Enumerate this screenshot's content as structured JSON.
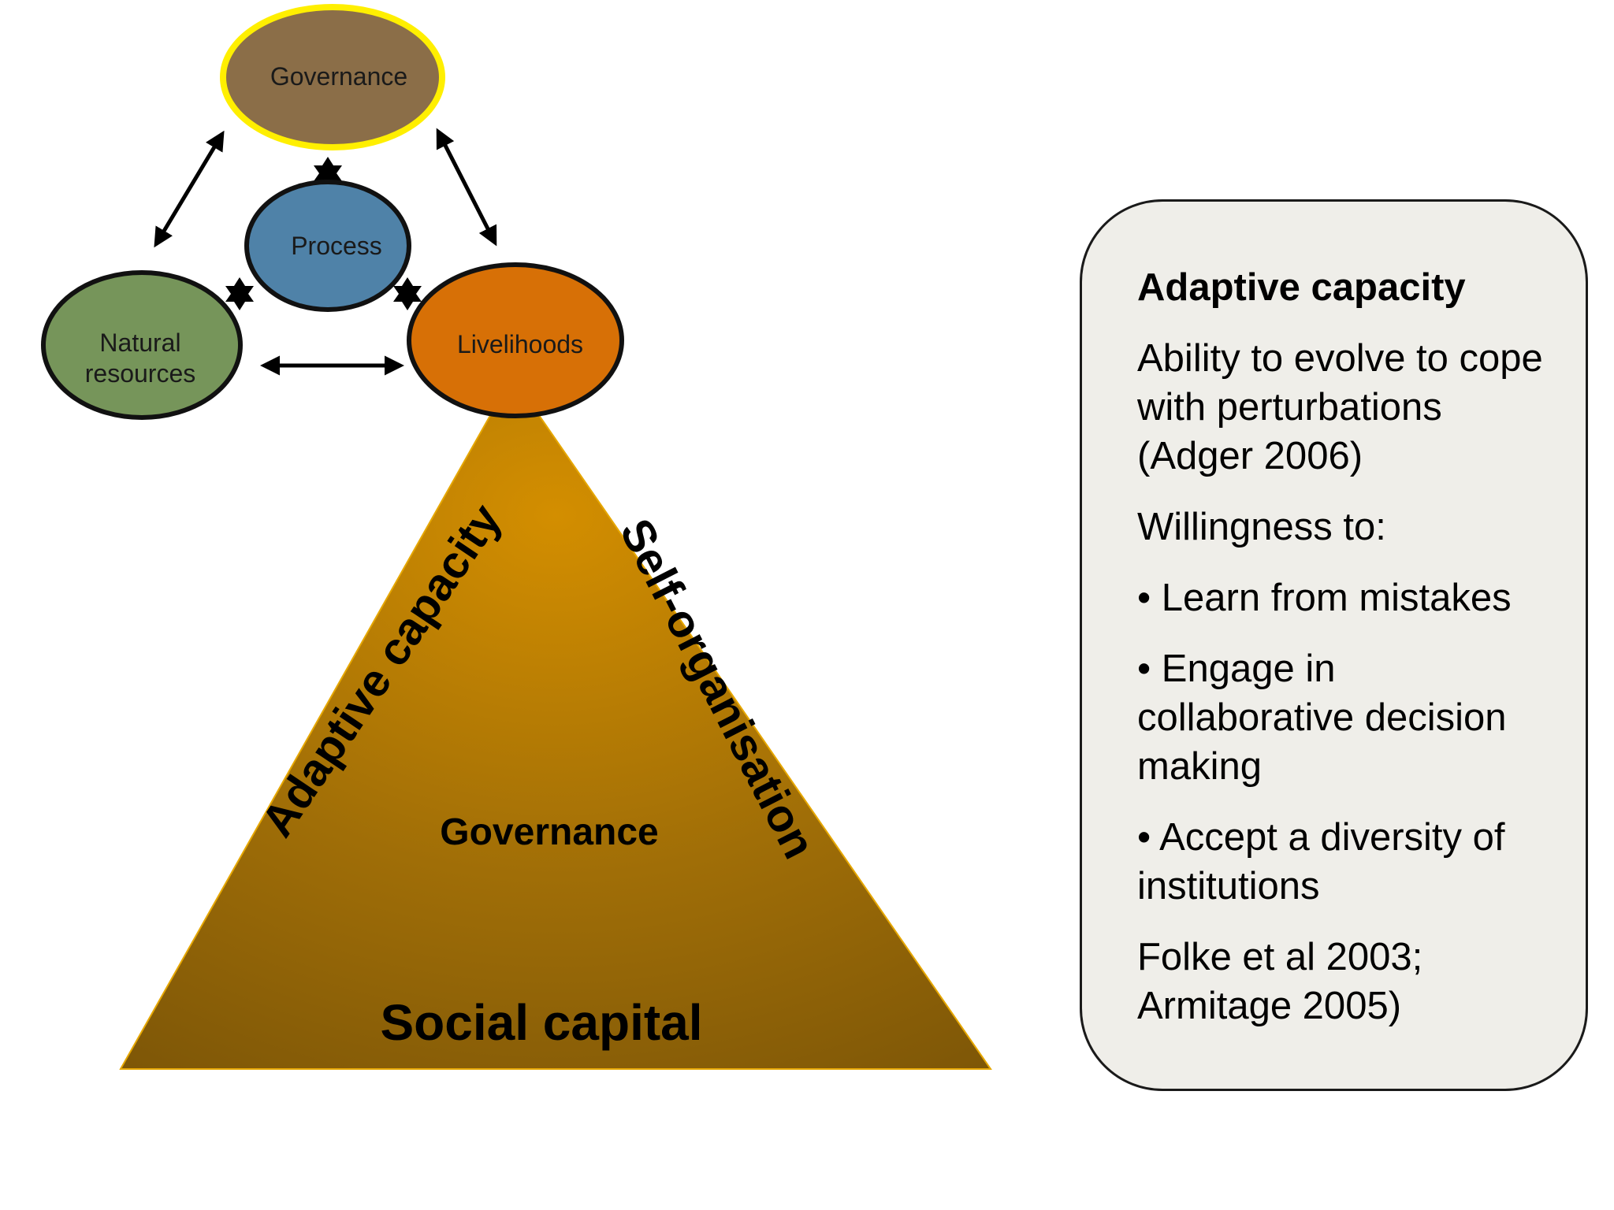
{
  "nodes": {
    "governance": "Governance",
    "process": "Process",
    "natural_line1": "Natural",
    "natural_line2": "resources",
    "livelihoods": "Livelihoods"
  },
  "triangle": {
    "left_side": "Adaptive capacity",
    "right_side": "Self-organisation",
    "center": "Governance",
    "base": "Social capital"
  },
  "info": {
    "title": "Adaptive capacity",
    "definition": "Ability to evolve to cope with perturbations (Adger 2006)",
    "lead": "Willingness to:",
    "bullets": [
      "• Learn from mistakes",
      "• Engage in collaborative decision making",
      "• Accept a diversity of institutions"
    ],
    "citation": "Folke et al 2003; Armitage 2005)"
  },
  "colors": {
    "governance_fill": "#8b6e48",
    "governance_ring": "#ffef00",
    "process_fill": "#4f82a8",
    "natural_fill": "#76955a",
    "livelihoods_fill": "#d77006",
    "triangle_top": "#d38e00",
    "triangle_bottom": "#7d5607",
    "box_fill": "#efeee9"
  }
}
